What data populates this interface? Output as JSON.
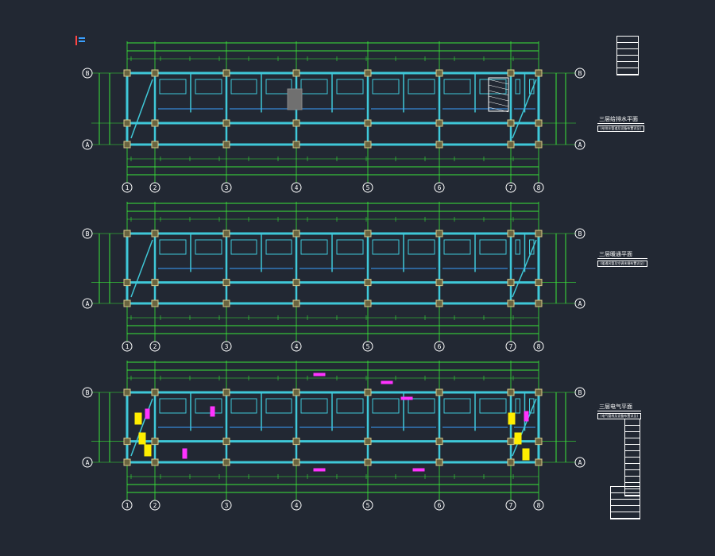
{
  "plans": [
    {
      "id": "plan-1",
      "title": "三层给排水平面",
      "subtitle": "(给排水管道及设备布置详见)"
    },
    {
      "id": "plan-2",
      "title": "三层暖通平面",
      "subtitle": "(暖通风管及空调末端布置详见)"
    },
    {
      "id": "plan-3",
      "title": "三层电气平面",
      "subtitle": "(电气管线及设备布置详见)"
    }
  ],
  "axes": {
    "columns": [
      "1",
      "2",
      "3",
      "4",
      "5",
      "6",
      "7",
      "8"
    ],
    "rows": [
      "B",
      "A"
    ]
  },
  "colors": {
    "background": "#222833",
    "dimension": "#39e639",
    "wall": "#3fc8d8",
    "pipe": "#3aa0ff",
    "text": "#ffffff",
    "highlight_yellow": "#ffee00",
    "highlight_magenta": "#ff33ff",
    "column": "#d8c98a"
  }
}
